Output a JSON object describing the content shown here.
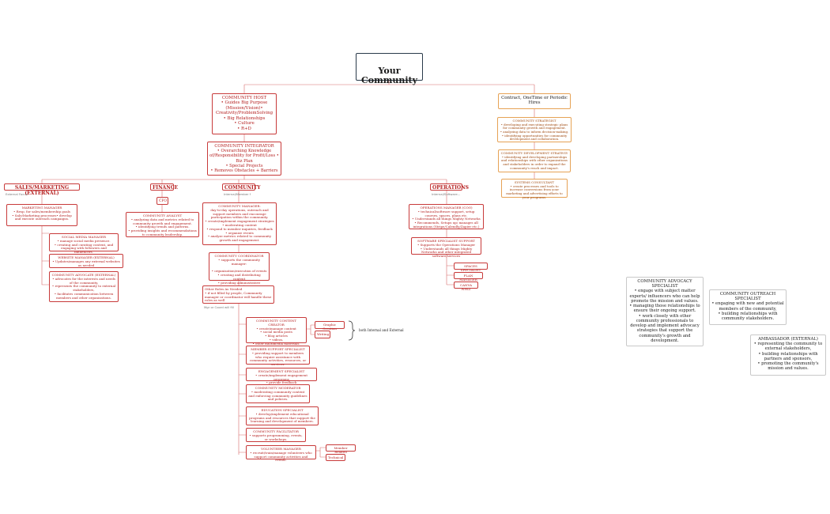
{
  "root": {
    "title": "Your\nCommunity"
  },
  "host": {
    "title": "COMMUNITY HOST",
    "text": "• Guides Big Purpose (Mission/Vision)•\nCreativity/ProblemSolving\n• Big Relationships\n• Culture\n• R+D"
  },
  "integrator": {
    "title": "COMMUNITY INTEGRATOR",
    "text": "• Overarching Knowledge of/Responsibility for Profit/Loss • Biz Plan\n• Special Projects\n• Removes Obstacles + Barriers"
  },
  "contract": {
    "title": "Contract, OneTime or Periodic Hires",
    "strategist": {
      "title": "COMMUNITY STRATEGIST",
      "text": "• developing and executing strategic plans for community growth and engagement.\n• analyzing data to inform decision-making.\n• identifying opportunities for community development and collaboration."
    },
    "development": {
      "title": "COMMUNITY DEVELOPMENT STRATEGY",
      "text": "• identifying and developing partnerships and relationships with other organizations and stakeholders in order to expand the community's reach and impact."
    },
    "systems": {
      "title": "SYSTEMS CONSULTANT",
      "text": "• create processes and tools to increase conversions from your marketing and advertising efforts to your programs."
    }
  },
  "sales": {
    "header": "SALES/MARKETING (EXTERNAL)",
    "sub": "External Focus",
    "marketing_manager": {
      "title": "MARKETING MANAGER",
      "text": "• Resp. for sales/membership goals\n• Sale/Marketing processes• develop and execute outreach campaigns."
    },
    "social_media": {
      "title": "SOCIAL MEDIA MANAGER",
      "text": "• manage social media presence.\n• creating and curating content, and engaging with followers and influencers."
    },
    "website": {
      "title": "WEBSITE MANAGER (EXTERNAL)",
      "text": "• Updates/manages any external websites as needed"
    },
    "advocate": {
      "title": "COMMUNITY ADVOCATE (EXTERNAL)",
      "text": "• advocates for the interests and needs of the community,\n• represents the community to external stakeholders,\n• facilitates communication between members and other organizations."
    }
  },
  "finance": {
    "header": "FINANCE",
    "cfo": "CFO",
    "analyst": {
      "title": "COMMUNITY ANALYST",
      "text": "• analyzing data and metrics related to community growth and engagement.\n• identifying trends and patterns.\n• providing insights and recommendations to community leadership."
    }
  },
  "community": {
    "header": "COMMUNITY",
    "sub": "Internal/Member f",
    "manager": {
      "title": "COMMUNITY MANAGER:",
      "text": "day-to-day operations, outreach and support members and encourage participation within the community.\n• create/implement engagement strategies\n• moderating content\n• respond to member inquiries, feedback\n• organize events\n• analyze metrics related to community growth and engagement."
    },
    "coordinator": {
      "title": "COMMUNITY COORDINATOR",
      "text": "• supports the community manager:\n\n• organization/execution of events\n• creating and distributing content\n• providing administrative support."
    },
    "other_roles": {
      "text": "Other Roles As Needed\n• if not filled by people, Community manager or coordinator will handle these roles as well"
    },
    "mgr_note": "Mgr or Coord will fill",
    "content_creator": {
      "title": "COMMUNITY CONTENT CREATOR",
      "text": "• create/manage content\n• social media posts\n• blog articles\n• videos,\n• other multimedia materials."
    },
    "graphic_creation": "Graphic Creation",
    "writing": "Writing",
    "both_note": "both Internal and External",
    "member_support": {
      "title": "MEMBER SUPPORT SPECIALIST",
      "text": "• providing support to members who require assistance with community activities, resources, or services."
    },
    "engagement": {
      "title": "ENGAGEMENT SPECIALIST",
      "text": "• create/implement engagement programs\n• provide feedback"
    },
    "moderator": {
      "title": "COMMUNITY MODERATOR",
      "text": "• moderating community content and enforcing community guidelines and policies."
    },
    "education": {
      "title": "EDUCATION SPECIALIST",
      "text": "• develop/implement educational programs and resources that support the learning and development of members."
    },
    "facilitator": {
      "title": "COMMUNITY FACILITATOR",
      "text": "• supports programming, events, or workshops."
    },
    "volunteer": {
      "title": "VOLUNTEER MANAGER",
      "text": "• recruit/train/manage volunteers who support community activities and events."
    },
    "member_related": "Member Related",
    "technical": "Technical"
  },
  "operations": {
    "header": "OPERATIONS",
    "sub": "Internal/Software...",
    "ops_manager": {
      "title": "OPERATIONS MANAGER (COO)",
      "text": "• technical/software support, setup courses, spaces, plans etc.\n• Understands all things Mighty Networks\n• Recommends, Setups up/ manages all integrations (Stripe/Calendly/Zapier etc.)"
    },
    "software_specialist": {
      "title": "SOFTWARE SPECIALIST SUPPORT",
      "text": "• Supports the Operations Manager\n• Understands all things Mighty Networks and other integrated software/services"
    },
    "spaces": "SPACES SPECIALIST",
    "plan": "PLAN MANAGER",
    "canva": "CANVA WHIZ"
  },
  "floating": {
    "advocacy": {
      "title": "COMMUNITY ADVOCACY SPECIALIST",
      "text": "• engage with subject matter experts/ influencers who can help promote the mission and values.\n• managing those relationships to ensure their ongoing support.\n• work closely with other community professionals to develop and implement advocacy strategies that support the community's growth and development."
    },
    "outreach": {
      "title": "COMMUNITY OUTREACH SPECIALIST",
      "text": "• engaging with new and potential members of the community,\n• building relationships with community stakeholders."
    },
    "ambassador": {
      "title": "AMBASSADOR (EXTERNAL)",
      "text": "• representing the community to external stakeholders,\n• building relationships with partners and sponsors,\n• promoting the community's mission and values."
    }
  },
  "colors": {
    "line": "#d06060",
    "box_border": "#c83a3a",
    "text": "#b52020",
    "orange": "#e6a255"
  }
}
